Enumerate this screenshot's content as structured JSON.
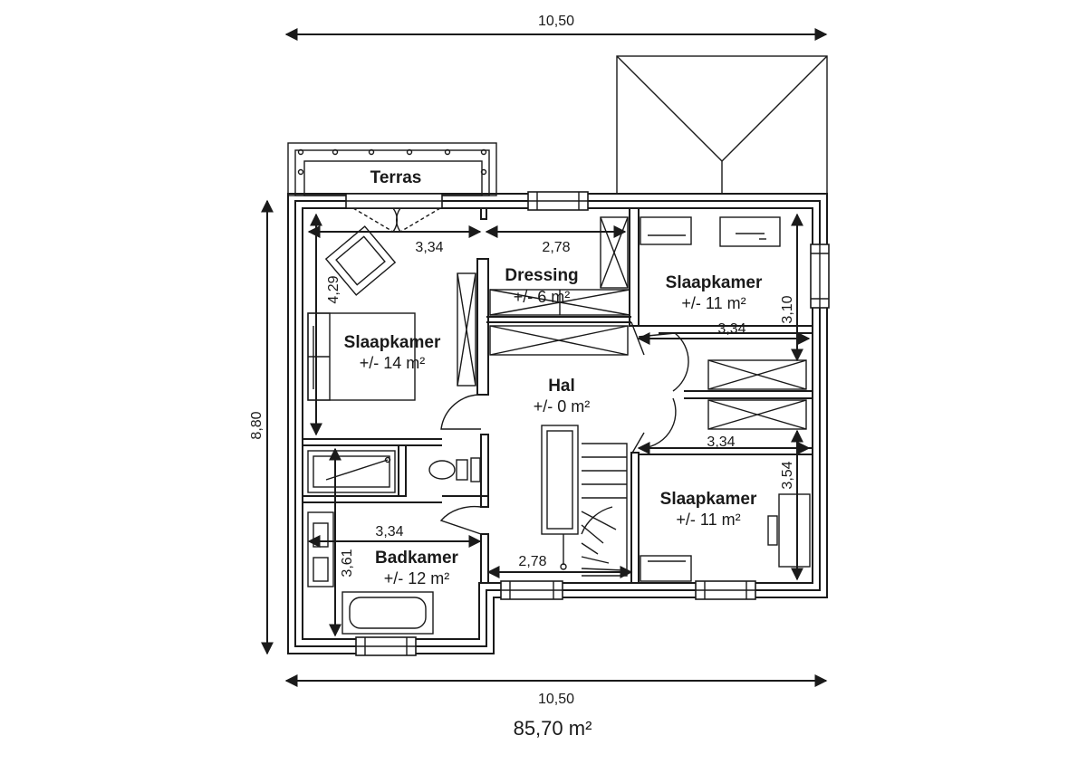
{
  "plan": {
    "total_area": "85,70 m²",
    "overall_dims": {
      "top": "10,50",
      "bottom": "10,50",
      "left": "8,80"
    },
    "rooms": [
      {
        "id": "terras",
        "name": "Terras",
        "area": ""
      },
      {
        "id": "dressing",
        "name": "Dressing",
        "area": "+/- 6 m²"
      },
      {
        "id": "slaapkamer-nw",
        "name": "Slaapkamer",
        "area": "+/- 14 m²"
      },
      {
        "id": "slaapkamer-ne",
        "name": "Slaapkamer",
        "area": "+/- 11 m²"
      },
      {
        "id": "hal",
        "name": "Hal",
        "area": "+/- 0 m²"
      },
      {
        "id": "slaapkamer-se",
        "name": "Slaapkamer",
        "area": "+/- 11 m²"
      },
      {
        "id": "badkamer",
        "name": "Badkamer",
        "area": "+/- 12 m²"
      }
    ],
    "inner_dims": {
      "nw_width": "3,34",
      "dressing_width": "2,78",
      "nw_height": "4,29",
      "ne_width": "3,34",
      "ne_height": "3,10",
      "se_width": "3,34",
      "se_height": "3,54",
      "bath_width": "3,34",
      "bath_height": "3,61",
      "stair_width": "2,78"
    }
  }
}
